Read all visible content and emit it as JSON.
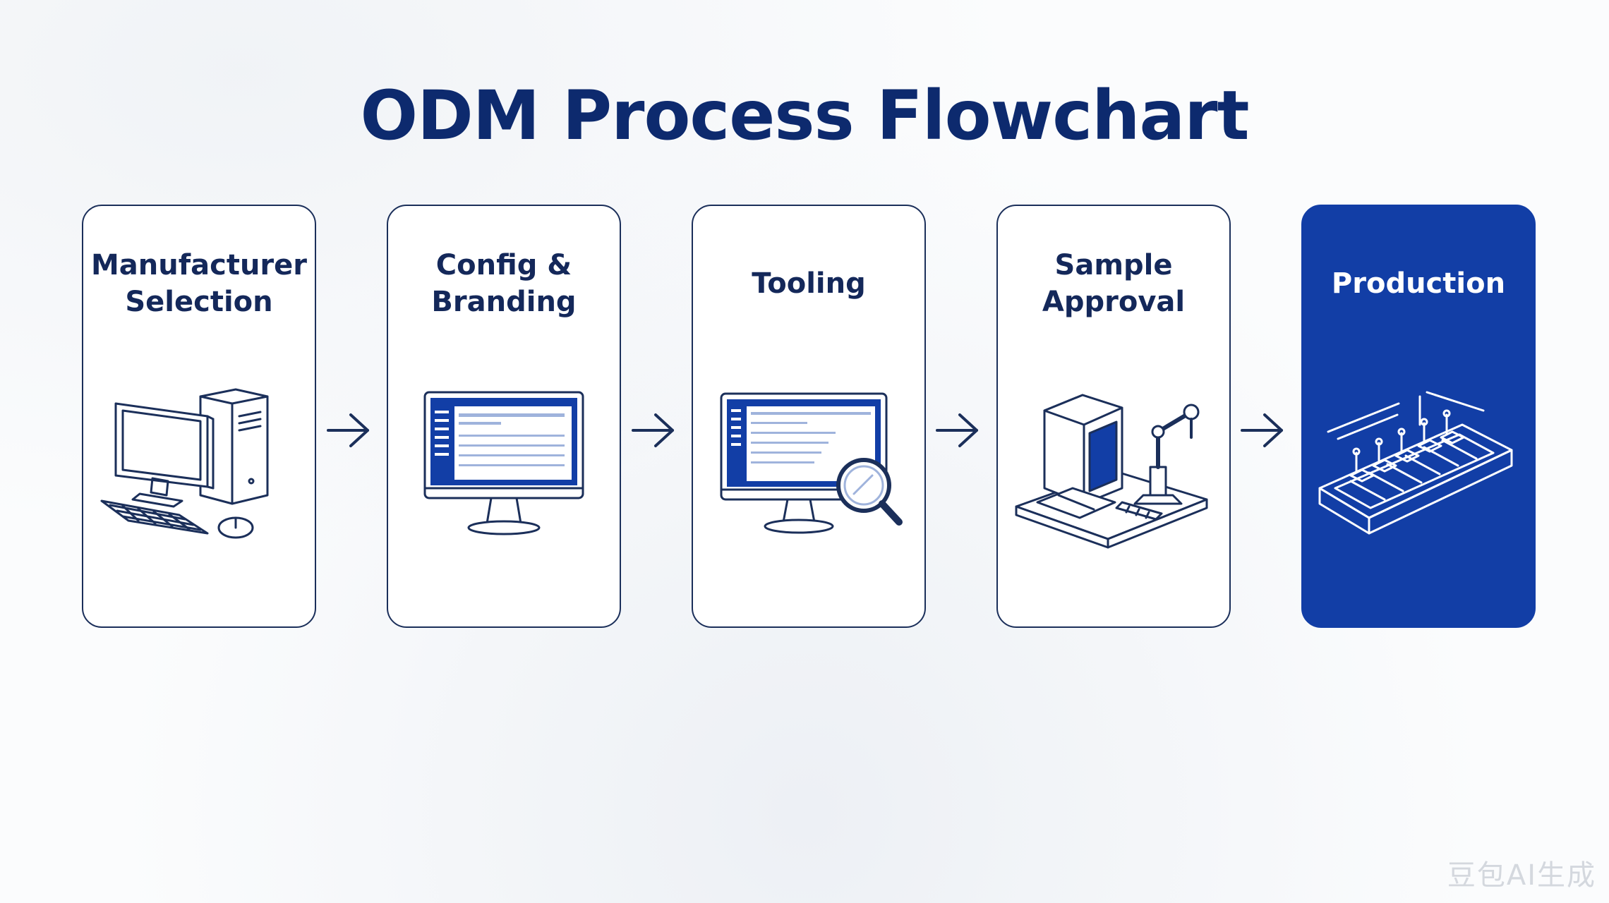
{
  "title": "ODM Process Flowchart",
  "steps": [
    {
      "label": "Manufacturer\nSelection",
      "icon": "desktop-computer-icon",
      "highlighted": false
    },
    {
      "label": "Config &\nBranding",
      "icon": "monitor-dashboard-icon",
      "highlighted": false
    },
    {
      "label": "Tooling",
      "icon": "monitor-magnifier-icon",
      "highlighted": false
    },
    {
      "label": "Sample\nApproval",
      "icon": "testing-machine-icon",
      "highlighted": false
    },
    {
      "label": "Production",
      "icon": "assembly-line-icon",
      "highlighted": true
    }
  ],
  "connector_icon": "arrow-right-icon",
  "watermark": "豆包AI生成",
  "colors": {
    "title": "#0d2a6e",
    "outline": "#1b2f5a",
    "accent": "#123ea6",
    "background": "#fbfcfd"
  }
}
